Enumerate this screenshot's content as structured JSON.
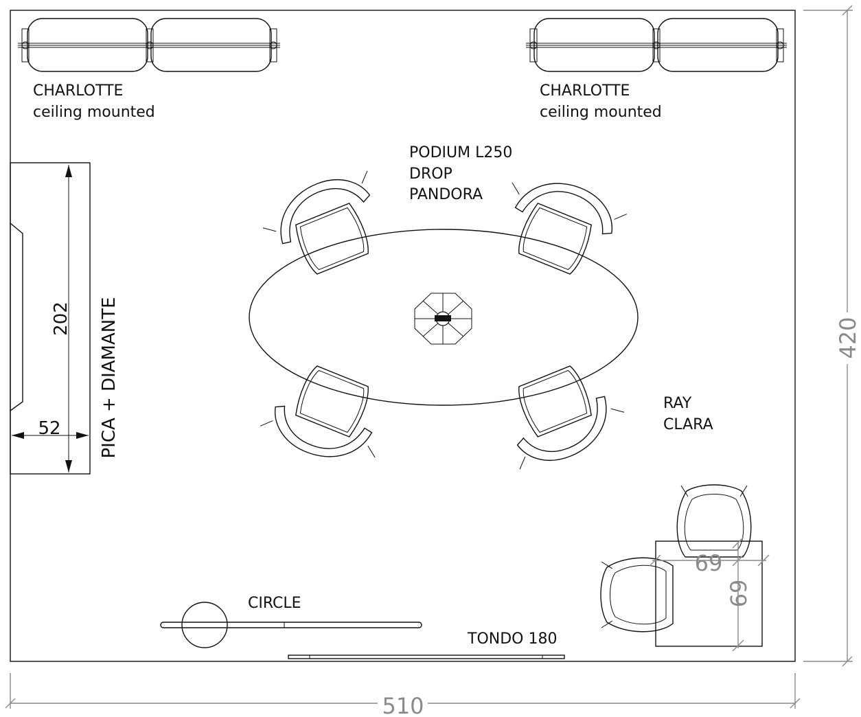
{
  "lights": {
    "left_name": "CHARLOTTE",
    "left_note": "ceiling mounted",
    "right_name": "CHARLOTTE",
    "right_note": "ceiling mounted"
  },
  "table_group": {
    "line1": "PODIUM L250",
    "line2": "DROP",
    "line3": "PANDORA"
  },
  "side_chairs": {
    "line1": "RAY",
    "line2": "CLARA"
  },
  "wall_unit": {
    "name": "PICA + DIAMANTE",
    "length": "202",
    "depth": "52"
  },
  "lounge": {
    "rug_width": "69",
    "rug_depth": "69"
  },
  "floor_items": {
    "lamp": "CIRCLE",
    "rug": "TONDO 180"
  },
  "room": {
    "width": "510",
    "depth": "420"
  }
}
